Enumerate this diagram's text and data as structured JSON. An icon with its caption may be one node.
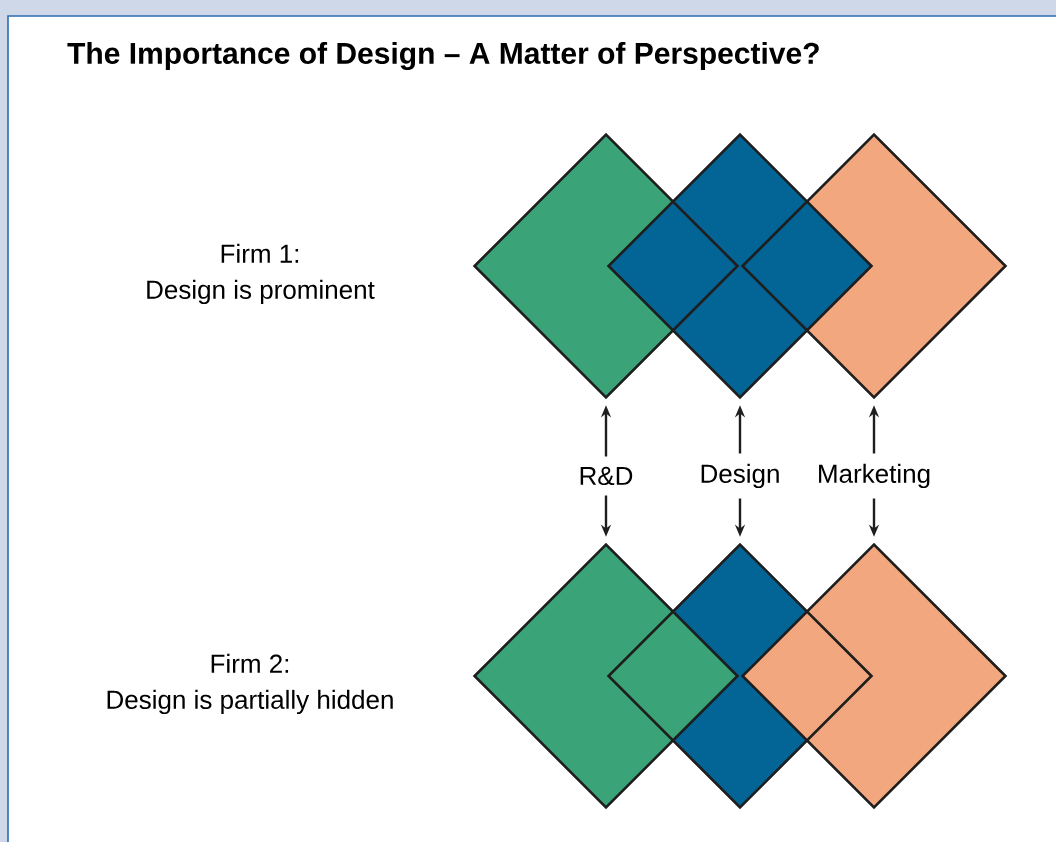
{
  "diagram": {
    "title": "The Importance of Design – A Matter of Perspective?",
    "nodes": [
      {
        "text": [
          "Firm 1:",
          "Design is prominent"
        ]
      },
      {
        "text": [],
        "shape": "diamond"
      },
      {
        "text": [],
        "shape": "diamond"
      },
      {
        "text": [],
        "shape": "diamond"
      },
      {
        "text": [
          "R&D"
        ]
      },
      {
        "text": [
          "Design"
        ]
      },
      {
        "text": [
          "Marketing"
        ]
      },
      {
        "text": [
          "Firm 2:",
          "Design is partially hidden"
        ]
      },
      {
        "text": [],
        "shape": "diamond"
      },
      {
        "text": [],
        "shape": "diamond"
      },
      {
        "text": [],
        "shape": "diamond"
      }
    ],
    "edges": [
      {
        "from": 4,
        "to": 1,
        "arrow": "to"
      },
      {
        "from": 5,
        "to": 2,
        "arrow": "to"
      },
      {
        "from": 6,
        "to": 3,
        "arrow": "to"
      },
      {
        "from": 4,
        "to": 8,
        "arrow": "to"
      },
      {
        "from": 5,
        "to": 9,
        "arrow": "to"
      },
      {
        "from": 6,
        "to": 10,
        "arrow": "to"
      }
    ]
  }
}
